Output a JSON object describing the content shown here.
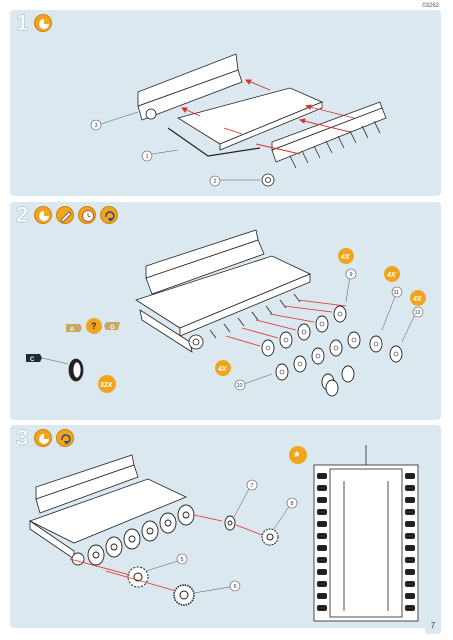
{
  "kit_number": "03262",
  "page_number": "7",
  "steps": [
    {
      "number": "1",
      "icons": [
        "glue-icon"
      ],
      "callouts": [
        "1",
        "2",
        "3"
      ]
    },
    {
      "number": "2",
      "icons": [
        "glue-icon",
        "cement-brush-icon",
        "drying-time-icon",
        "rotate-icon"
      ],
      "callouts": [
        "9",
        "10",
        "11",
        "12"
      ],
      "quantities": [
        "4X",
        "4X",
        "4X",
        "4X",
        "32X"
      ],
      "paint_codes": [
        "A",
        "G",
        "C"
      ],
      "paint_mix_symbol": "?"
    },
    {
      "number": "3",
      "icons": [
        "glue-icon",
        "rotate-icon"
      ],
      "callouts": [
        "5",
        "6",
        "7",
        "8"
      ],
      "symbol": "*"
    }
  ],
  "colors": {
    "panel_background": "#dbe8f0",
    "accent_orange": "#f2a51c",
    "paint_tan": "#c9a766",
    "arrow_red": "#d8322a"
  }
}
